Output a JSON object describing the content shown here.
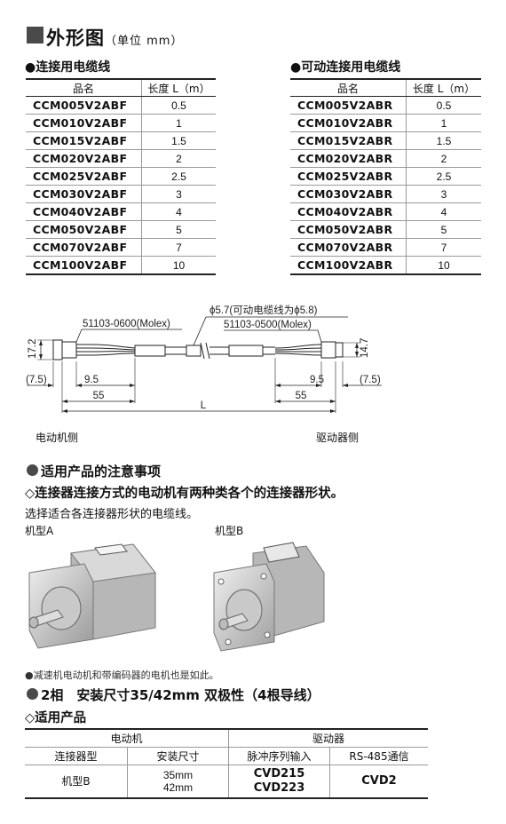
{
  "header": {
    "title": "外形图",
    "unit": "（单位 mm）"
  },
  "left_table": {
    "heading": "●连接用电缆线",
    "col_name": "品名",
    "col_length": "长度 L（m）",
    "rows": [
      {
        "name": "CCM005V2ABF",
        "len": "0.5"
      },
      {
        "name": "CCM010V2ABF",
        "len": "1"
      },
      {
        "name": "CCM015V2ABF",
        "len": "1.5"
      },
      {
        "name": "CCM020V2ABF",
        "len": "2"
      },
      {
        "name": "CCM025V2ABF",
        "len": "2.5"
      },
      {
        "name": "CCM030V2ABF",
        "len": "3"
      },
      {
        "name": "CCM040V2ABF",
        "len": "4"
      },
      {
        "name": "CCM050V2ABF",
        "len": "5"
      },
      {
        "name": "CCM070V2ABF",
        "len": "7"
      },
      {
        "name": "CCM100V2ABF",
        "len": "10"
      }
    ]
  },
  "right_table": {
    "heading": "●可动连接用电缆线",
    "col_name": "品名",
    "col_length": "长度 L（m）",
    "rows": [
      {
        "name": "CCM005V2ABR",
        "len": "0.5"
      },
      {
        "name": "CCM010V2ABR",
        "len": "1"
      },
      {
        "name": "CCM015V2ABR",
        "len": "1.5"
      },
      {
        "name": "CCM020V2ABR",
        "len": "2"
      },
      {
        "name": "CCM025V2ABR",
        "len": "2.5"
      },
      {
        "name": "CCM030V2ABR",
        "len": "3"
      },
      {
        "name": "CCM040V2ABR",
        "len": "4"
      },
      {
        "name": "CCM050V2ABR",
        "len": "5"
      },
      {
        "name": "CCM070V2ABR",
        "len": "7"
      },
      {
        "name": "CCM100V2ABR",
        "len": "10"
      }
    ]
  },
  "drawing": {
    "diameter": "ϕ5.7(可动电缆线为ϕ5.8)",
    "connector_left": "51103-0600(Molex)",
    "connector_right": "51103-0500(Molex)",
    "h_left": "17.2",
    "h_right": "14.7",
    "d_7_5_left": "(7.5)",
    "d_7_5_right": "(7.5)",
    "d_9_5_left": "9.5",
    "d_9_5_right": "9.5",
    "d_55_left": "55",
    "d_55_right": "55",
    "d_L": "L",
    "side_motor": "电动机侧",
    "side_driver": "驱动器侧"
  },
  "notice": {
    "heading": "适用产品的注意事项",
    "line1": "◇连接器连接方式的电动机有两种类各个的连接器形状。",
    "line2": "选择适合各连接器形状的电缆线。",
    "type_a": "机型A",
    "type_b": "机型B",
    "footnote": "●减速机电动机和带编码器的电机也是如此。"
  },
  "section2": {
    "heading": "2相　安装尺寸35/42mm 双极性（4根导线）",
    "sub": "◇适用产品",
    "h_motor": "电动机",
    "h_driver": "驱动器",
    "h_conn": "连接器型",
    "h_size": "安装尺寸",
    "h_pulse": "脉冲序列输入",
    "h_rs485": "RS-485通信",
    "row_type": "机型B",
    "row_size1": "35mm",
    "row_size2": "42mm",
    "row_pulse1": "CVD215",
    "row_pulse2": "CVD223",
    "row_rs485": "CVD2"
  }
}
